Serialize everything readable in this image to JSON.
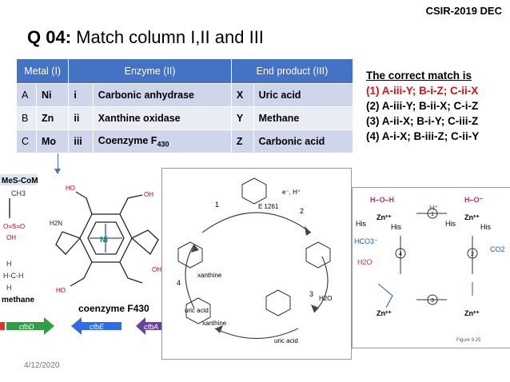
{
  "header": {
    "exam_tag": "CSIR-2019 DEC",
    "q_num": "Q 04:",
    "q_text": " Match column I,II and III"
  },
  "table": {
    "headers": [
      "Metal  (I)",
      "Enzyme (II)",
      "End product (III)"
    ],
    "rows": [
      {
        "letter": "A",
        "metal": "Ni",
        "roman": "i",
        "enzyme": "Carbonic anhydrase",
        "code": "X",
        "product": "Uric acid"
      },
      {
        "letter": "B",
        "metal": "Zn",
        "roman": "ii",
        "enzyme": "Xanthine oxidase",
        "code": "Y",
        "product": "Methane"
      },
      {
        "letter": "C",
        "metal": "Mo",
        "roman": "iii",
        "enzyme_main": "Coenzyme F",
        "enzyme_sub": "430",
        "code": "Z",
        "product": "Carbonic acid"
      }
    ]
  },
  "answer": {
    "heading": "The correct match is",
    "options": [
      "(1) A-iii-Y; B-i-Z; C-ii-X",
      "(2) A-iii-Y; B-ii-X; C-i-Z",
      "(3) A-ii-X; B-i-Y; C-iii-Z",
      "(4) A-i-X; B-iii-Z; C-ii-Y"
    ],
    "correct_color": "#e01010"
  },
  "figure1": {
    "mescom": "MeS-CoM",
    "ch3": "CH3",
    "methane": "methane",
    "coenzyme": "coenzyme F430",
    "ni": "Ni",
    "genes": [
      "cfbD",
      "cfbE",
      "cfbA"
    ]
  },
  "figure2": {
    "xanthine": "xanthine",
    "uric1": "uric acid",
    "uric2": "uric acid",
    "xanthine2": "xanthine",
    "e1261": "E 1261",
    "e_h": "e⁻, H⁺",
    "h2o": "H2O",
    "steps": [
      "1",
      "2",
      "3",
      "4"
    ]
  },
  "figure3": {
    "zn": "Zn²⁺",
    "his": "His",
    "hplus": "H⁺",
    "hco3": "HCO3⁻",
    "co2": "CO2",
    "h2o": "H2O",
    "steps": [
      "1",
      "2",
      "3",
      "4"
    ],
    "caption": "Figure 9.25"
  },
  "footer": {
    "date": "4/12/2020"
  }
}
